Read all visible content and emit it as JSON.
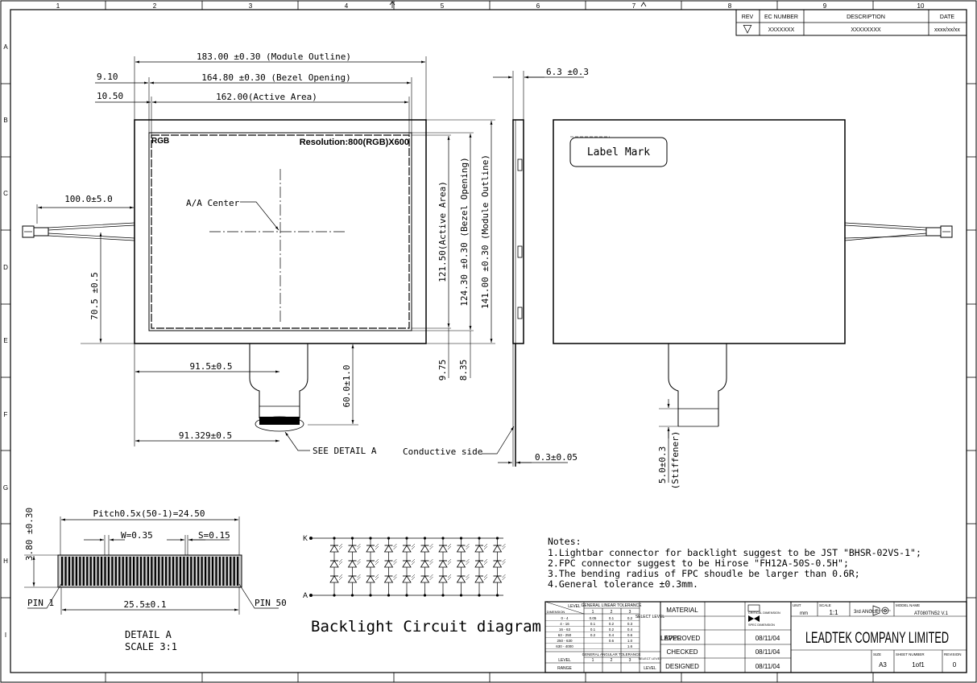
{
  "frame": {
    "col_labels": [
      "1",
      "2",
      "3",
      "4",
      "5",
      "6",
      "7",
      "8",
      "9",
      "10"
    ],
    "row_labels": [
      "A",
      "B",
      "C",
      "D",
      "E",
      "F",
      "G",
      "H",
      "I"
    ]
  },
  "revision_table": {
    "headers": [
      "REV",
      "EC NUMBER",
      "DESCRIPTION",
      "DATE"
    ],
    "row": [
      "▽",
      "XXXXXXX",
      "XXXXXXXX",
      "xxxx/xx/xx"
    ]
  },
  "front_view": {
    "dim_module_outline": "183.00  ±0.30 (Module Outline)",
    "dim_bezel_opening": "164.80  ±0.30 (Bezel Opening)",
    "dim_active_area": "162.00(Active Area)",
    "dim_910": "9.10",
    "dim_1050": "10.50",
    "label_rgb": "RGB",
    "label_resolution": "Resolution:800(RGB)X600",
    "label_aa_center": "A/A Center",
    "dim_cable": "100.0±5.0",
    "dim_705": "70.5 ±0.5",
    "dim_h_active": "121.50(Active Area)",
    "dim_h_bezel": "124.30 ±0.30 (Bezel Opening)",
    "dim_h_module": "141.00 ±0.30 (Module Outline)",
    "dim_975": "9.75",
    "dim_835": "8.35",
    "dim_915": "91.5±0.5",
    "dim_60": "60.0±1.0",
    "dim_91329": "91.329±0.5",
    "see_detail": "SEE DETAIL A"
  },
  "side_view": {
    "dim_thickness": "6.3 ±0.3",
    "conductive_side": "Conductive side",
    "dim_03": "0.3±0.05"
  },
  "back_view": {
    "label_mark": "Label Mark",
    "dim_stiffener": "5.0±0.3",
    "stiffener": "(Stiffener)"
  },
  "detail": {
    "pitch": "Pitch0.5x(50-1)=24.50",
    "w": "W=0.35",
    "s": "S=0.15",
    "height": "3.80 ±0.30",
    "width": "25.5±0.1",
    "pin1": "PIN 1",
    "pin50": "PIN 50",
    "title": "DETAIL   A",
    "scale": "SCALE   3:1"
  },
  "circuit": {
    "k": "K",
    "a": "A",
    "title": "Backlight Circuit diagram",
    "columns": 10,
    "rows": 3
  },
  "notes": {
    "title": "Notes:",
    "lines": [
      "1.Lightbar connector for backlight suggest to be JST \"BHSR-02VS-1\";",
      "2.FPC connector suggest to be Hirose \"FH12A-50S-0.5H\";",
      "3.The bending radius of FPC shoudle be larger than 0.6R;",
      "4.General tolerance ±0.3mm."
    ]
  },
  "title_block": {
    "tol_level": "LEVEL",
    "tol_dimension": "DIMENSION",
    "tol_linear": "GENERAL LINEAR TOLERANCE",
    "tol_angular": "GENERAL ANGULAR TOLERANCE",
    "tol_range": "RANGE",
    "tol_select": "SELECT LEVEL",
    "tol_levels": [
      "1",
      "2",
      "3"
    ],
    "tol_rows": [
      [
        "0 - 4",
        "0.05",
        "0.1",
        "0.2"
      ],
      [
        "4 - 16",
        "0.1",
        "0.2",
        "0.3"
      ],
      [
        "16 - 63",
        "0.1",
        "0.2",
        "0.4"
      ],
      [
        "63 - 250",
        "0.2",
        "0.4",
        "0.6"
      ],
      [
        "250 - 630",
        "",
        "0.6",
        "1.0"
      ],
      [
        "630 - 4000",
        "",
        "",
        "1.6"
      ]
    ],
    "material": "MATERIAL",
    "level": "LEVEL",
    "approved": "APPROVED",
    "checked": "CHECKED",
    "designed": "DESIGNED",
    "date1": "08/11/04",
    "date2": "08/11/04",
    "date3": "08/11/04",
    "critical": "CRITICAL DIMENSION",
    "spec": "SPEC DIMENSION",
    "unit_label": "UNIT",
    "unit": "mm",
    "scale_label": "SCALE",
    "scale": "1:1",
    "angle": "3rd ANGLE",
    "model_label": "MODEL NAME",
    "model": "AT080TN52 V.1",
    "company": "LEADTEK COMPANY LIMITED",
    "size_label": "SIZE",
    "size": "A3",
    "sheet_label": "SHEET NUMBER",
    "sheet": "1of1",
    "revision_label": "REVISION",
    "revision": "0"
  }
}
